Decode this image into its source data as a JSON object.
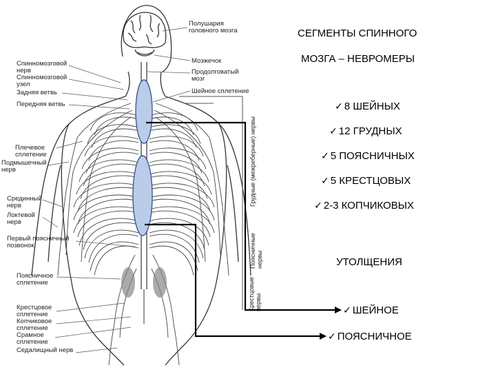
{
  "title": {
    "line1": "СЕГМЕНТЫ СПИННОГО",
    "line2": "МОЗГА – НЕВРОМЕРЫ"
  },
  "segments": [
    "8 ШЕЙНЫХ",
    "12 ГРУДНЫХ",
    "5 ПОЯСНИЧНЫХ",
    "5 КРЕСТЦОВЫХ",
    "2-3 КОПЧИКОВЫХ"
  ],
  "thickenings": {
    "heading": "УТОЛЩЕНИЯ",
    "items": [
      "ШЕЙНОЕ",
      "ПОЯСНИЧНОЕ"
    ]
  },
  "check_glyph": "✓",
  "figure_labels": {
    "left": [
      "Спинномозговой",
      "нерв",
      "Спинномозговой",
      "узел",
      "Задняя ветвь",
      "Передняя ветвь",
      "Плечевое",
      "сплетение",
      "Подмышечный",
      "нерв",
      "Срединный",
      "нерв",
      "Локтевой",
      "нерв",
      "Первый поясничный",
      "позвонок",
      "Поясничное",
      "сплетение",
      "Крестцовое",
      "сплетение",
      "Копчиковое",
      "сплетение",
      "Срамное",
      "сплетение",
      "Седалищный нерв"
    ],
    "right": [
      "Полушария",
      "головного мозга",
      "Мозжечок",
      "Продолговатый",
      "мозг",
      "Шейное сплетение"
    ],
    "vertical": [
      "Грудные (межреберные) нервы",
      "Поясничные",
      "нервы",
      "Крестцовые",
      "нервы"
    ]
  },
  "colors": {
    "enlargement_fill": "#b9cce8",
    "enlargement_stroke": "#3a5a8c",
    "line": "#000000",
    "drawing": "#333333"
  }
}
